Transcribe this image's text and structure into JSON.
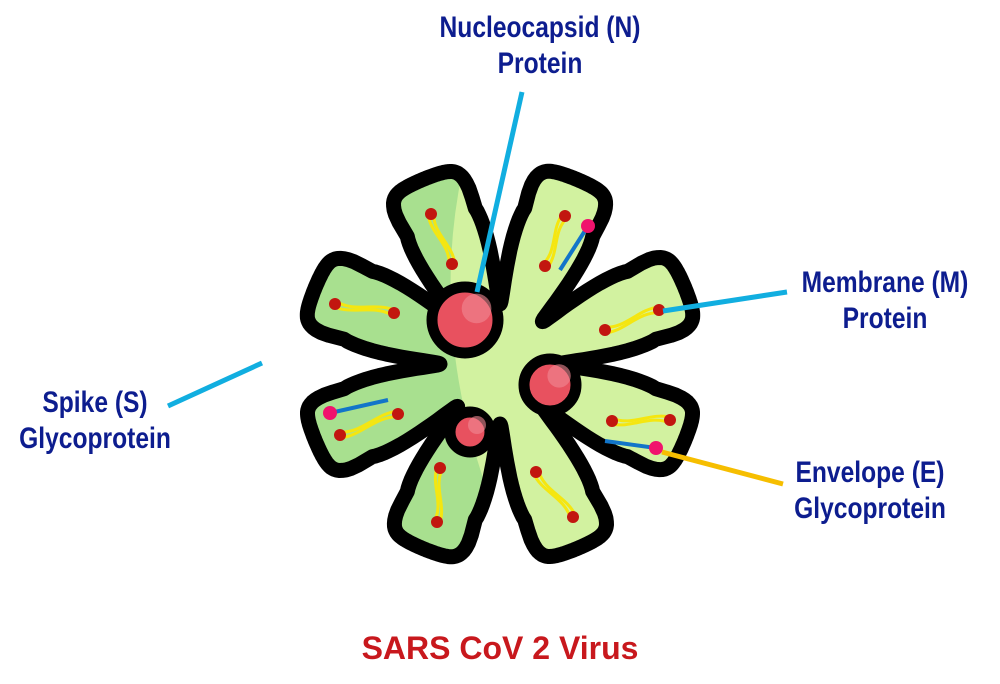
{
  "colors": {
    "label_text": "#0d1d8f",
    "caption_text": "#c8181d",
    "pointer_blue": "#11aee0",
    "pointer_yellow": "#f6be00",
    "virus_fill_light": "#d2f2a0",
    "virus_fill_dark": "#a8e08f",
    "outline": "#000000",
    "nucleocapsid": "#e8515f",
    "spike_head": "#c2160f",
    "membrane_wire": "#f5e610",
    "envelope_head": "#f0136d",
    "envelope_stick": "#1275c9"
  },
  "labels": {
    "nucleocapsid": {
      "line1": "Nucleocapsid (N)",
      "line2": "Protein"
    },
    "membrane": {
      "line1": "Membrane (M)",
      "line2": "Protein"
    },
    "spike": {
      "line1": "Spike (S)",
      "line2": "Glycoprotein"
    },
    "envelope": {
      "line1": "Envelope (E)",
      "line2": "Glycoprotein"
    }
  },
  "caption": "SARS CoV 2 Virus",
  "icons": [
    "virus-icon",
    "nucleocapsid-icon",
    "spike-icon",
    "membrane-icon",
    "envelope-icon"
  ]
}
